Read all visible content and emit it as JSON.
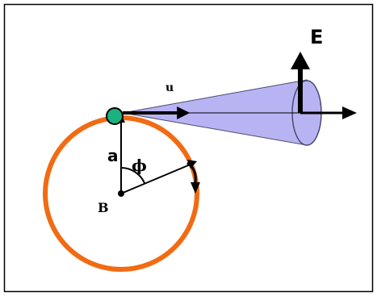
{
  "labels": {
    "u": "u",
    "E": "E",
    "a": "a",
    "phi": "ϕ",
    "B": "B"
  },
  "colors": {
    "orbit": "#f26a12",
    "particle": "#1ab37f",
    "cone_fill": "#b8b4f4",
    "cone_stroke": "#4a4a6a",
    "arrows": "#000000",
    "frame": "#000000"
  }
}
